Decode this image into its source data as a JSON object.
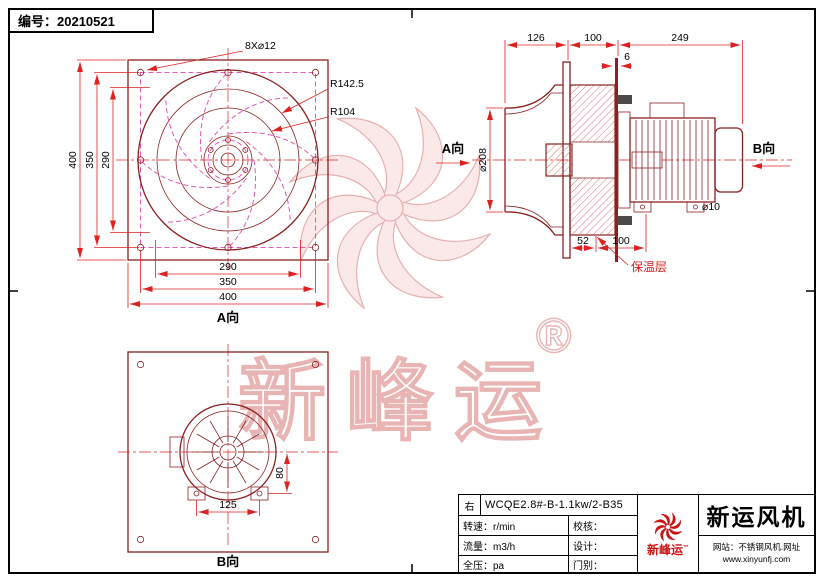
{
  "frame": {
    "serial": "编号：20210521"
  },
  "front_view": {
    "hole_callout": "8X⌀12",
    "radius_large": "R142.5",
    "radius_small": "R104",
    "dim_left_outer": "400",
    "dim_left_mid": "350",
    "dim_left_inner": "290",
    "dim_bottom_inner": "290",
    "dim_bottom_mid": "350",
    "dim_bottom_outer": "400",
    "view_label": "A向"
  },
  "side_view": {
    "dim_bell_depth": "126",
    "dim_housing_depth": "100",
    "dim_motor_length": "249",
    "dim_plate_thickness": "6",
    "dim_inlet_dia": "⌀208",
    "view_label_a": "A向",
    "view_label_b": "B向",
    "dim_foot_offset": "52",
    "dim_foot_span": "100",
    "dim_foot_hole": "⌀10",
    "insulation_label": "保温层"
  },
  "bottom_view": {
    "dim_foot_spacing": "125",
    "dim_foot_height": "80",
    "view_label": "B向"
  },
  "watermark": {
    "registered_mark": "®",
    "brand_outline": "新峰运"
  },
  "title_block": {
    "rotation": "右",
    "model": "WCQE2.8#-B-1.1kw/2-B35",
    "spec_speed": "转速：r/min",
    "spec_flow": "流量：m3/h",
    "spec_pressure": "全压：pa",
    "field_check": "校核：",
    "field_design": "设计：",
    "field_category": "门别：",
    "logo_name": "新峰运",
    "logo_tm": "™",
    "company_name": "新运风机",
    "site_line1": "网站：不锈钢风机.网址",
    "site_line2": "www.xinyunfj.com"
  }
}
